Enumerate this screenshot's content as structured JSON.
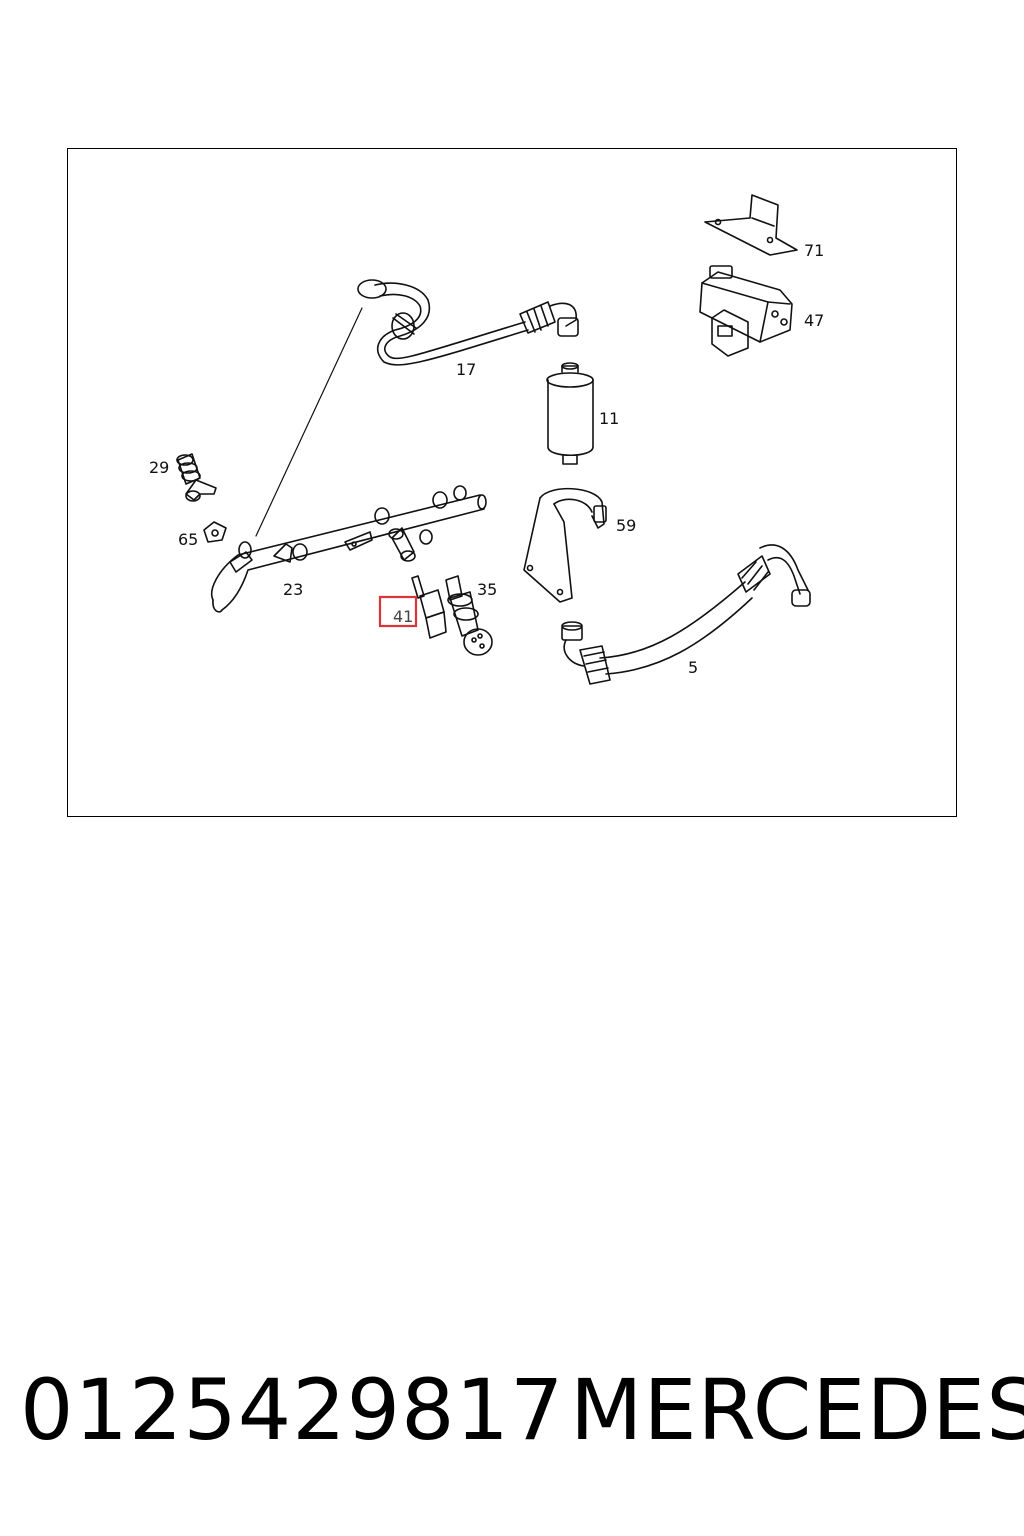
{
  "diagram": {
    "callouts": [
      "71",
      "47",
      "17",
      "11",
      "29",
      "65",
      "59",
      "23",
      "35",
      "41",
      "5"
    ],
    "highlighted_callout": "41",
    "highlight_color": "#d9343a"
  },
  "footer": {
    "part_number": "0125429817",
    "brand": "MERCEDES"
  }
}
